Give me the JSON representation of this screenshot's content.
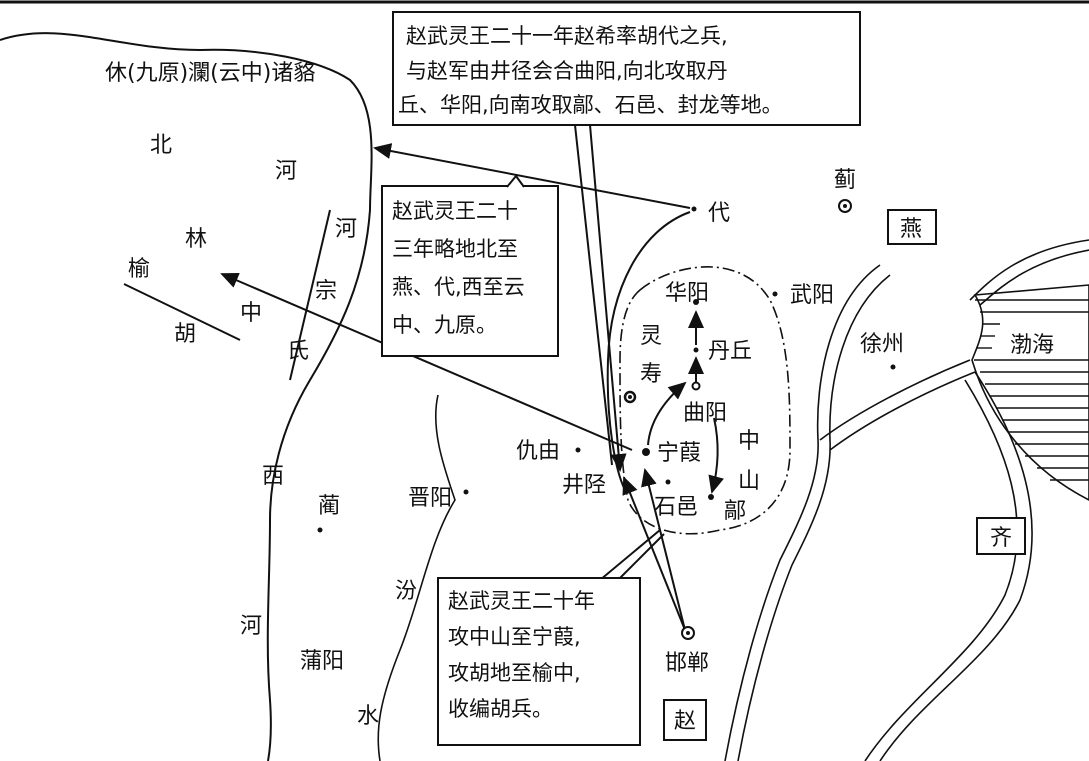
{
  "map": {
    "regions": {
      "yan": "燕",
      "qi": "齐",
      "zhao": "赵",
      "bohai": "渤海",
      "zhongshan_a": "中",
      "zhongshan_b": "山"
    },
    "tribes": {
      "xiu_line": "休(九原)瀾(云中)诸貉",
      "beihe_1": "北",
      "beihe_2": "河",
      "hezong_1": "河",
      "hezong_2": "宗",
      "hezong_3": "氏",
      "yulin_1": "林",
      "yulin_2": "榆",
      "huzhong_1": "中",
      "huzhong_2": "胡"
    },
    "rivers": {
      "xihe_1": "西",
      "xihe_2": "河",
      "fenshui_1": "汾",
      "fenshui_2": "水"
    },
    "places": {
      "dai": "代",
      "ji": "蓟",
      "huayang": "华阳",
      "wuyang": "武阳",
      "danqiu": "丹丘",
      "lingshou_1": "灵",
      "lingshou_2": "寿",
      "quyang": "曲阳",
      "ningjia": "宁葭",
      "qiuyou": "仇由",
      "jingxing": "井陉",
      "shiyi": "石邑",
      "hao": "鄗",
      "xuzhou": "徐州",
      "lin": "蔺",
      "puyang": "蒲阳",
      "jinyang": "晋阳",
      "handan": "邯郸"
    },
    "notes": {
      "note_21": [
        "赵武灵王二十一年赵希率胡代之兵,",
        "与赵军由井径会合曲阳,向北攻取丹",
        "丘、华阳,向南攻取鄗、石邑、封龙等地。"
      ],
      "note_23": [
        "赵武灵王二十",
        "三年略地北至",
        "燕、代,西至云",
        "中、九原。"
      ],
      "note_20": [
        "赵武灵王二十年",
        "攻中山至宁葭,",
        "攻胡地至榆中,",
        "收编胡兵。"
      ]
    }
  }
}
